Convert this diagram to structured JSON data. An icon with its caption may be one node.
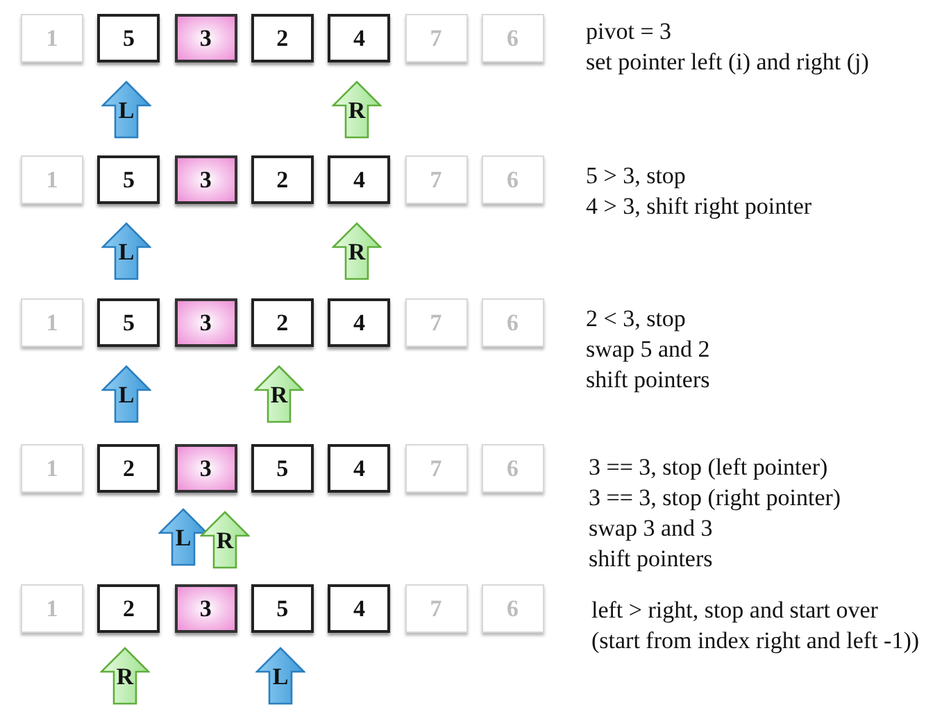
{
  "diagram": {
    "nodes": [
      {
        "text": [
          "1"
        ]
      },
      {
        "text": [
          "5"
        ]
      },
      {
        "text": [
          "3"
        ]
      },
      {
        "text": [
          "2"
        ]
      },
      {
        "text": [
          "4"
        ]
      },
      {
        "text": [
          "7"
        ]
      },
      {
        "text": [
          "6"
        ]
      },
      {
        "text": [
          "L"
        ]
      },
      {
        "text": [
          "R"
        ]
      },
      {
        "text": [
          "1"
        ]
      },
      {
        "text": [
          "5"
        ]
      },
      {
        "text": [
          "3"
        ]
      },
      {
        "text": [
          "2"
        ]
      },
      {
        "text": [
          "4"
        ]
      },
      {
        "text": [
          "7"
        ]
      },
      {
        "text": [
          "6"
        ]
      },
      {
        "text": [
          "L"
        ]
      },
      {
        "text": [
          "R"
        ]
      },
      {
        "text": [
          "1"
        ]
      },
      {
        "text": [
          "5"
        ]
      },
      {
        "text": [
          "3"
        ]
      },
      {
        "text": [
          "2"
        ]
      },
      {
        "text": [
          "4"
        ]
      },
      {
        "text": [
          "7"
        ]
      },
      {
        "text": [
          "6"
        ]
      },
      {
        "text": [
          "L"
        ]
      },
      {
        "text": [
          "R"
        ]
      },
      {
        "text": [
          "1"
        ]
      },
      {
        "text": [
          "2"
        ]
      },
      {
        "text": [
          "3"
        ]
      },
      {
        "text": [
          "5"
        ]
      },
      {
        "text": [
          "4"
        ]
      },
      {
        "text": [
          "7"
        ]
      },
      {
        "text": [
          "6"
        ]
      },
      {
        "text": [
          "L"
        ]
      },
      {
        "text": [
          "R"
        ]
      },
      {
        "text": [
          "1"
        ]
      },
      {
        "text": [
          "2"
        ]
      },
      {
        "text": [
          "3"
        ]
      },
      {
        "text": [
          "5"
        ]
      },
      {
        "text": [
          "4"
        ]
      },
      {
        "text": [
          "7"
        ]
      },
      {
        "text": [
          "6"
        ]
      },
      {
        "text": [
          "R"
        ]
      },
      {
        "text": [
          "L"
        ]
      }
    ],
    "edges": [],
    "labels": [
      "pivot = 3",
      "set pointer left (i) and right (j)",
      "5 > 3, stop",
      "4 > 3, shift right pointer",
      "2 < 3, stop",
      "swap 5 and 2",
      "shift pointers",
      "3 == 3, stop (left pointer)",
      "3 == 3, stop (right pointer)",
      "swap 3 and 3",
      "shift pointers",
      "left > right, stop and start over",
      "(start from index right and left -1))"
    ]
  }
}
